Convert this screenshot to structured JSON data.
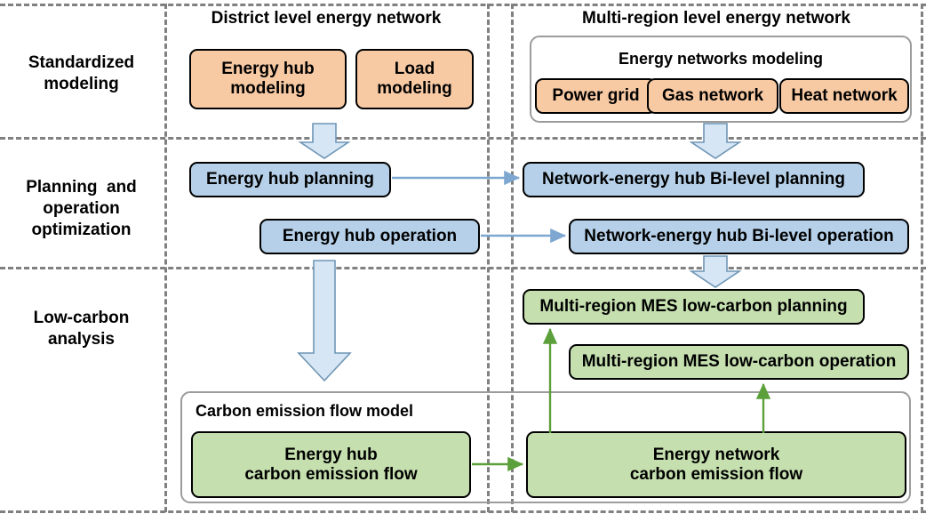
{
  "diagram": {
    "columns": [
      {
        "id": "district",
        "title": "District level energy network"
      },
      {
        "id": "multiregion",
        "title": "Multi-region  level energy network"
      }
    ],
    "rows": [
      {
        "id": "standardized-modeling",
        "label": "Standardized\nmodeling"
      },
      {
        "id": "planning-operation",
        "label": "Planning  and\noperation\noptimization"
      },
      {
        "id": "low-carbon",
        "label": "Low-carbon\nanalysis"
      }
    ],
    "row_labels": {
      "standardized_modeling": "Standardized modeling",
      "planning_operation": "Planning  and operation optimization",
      "low_carbon": "Low-carbon analysis"
    },
    "nodes": {
      "energy_hub_modeling": "Energy hub modeling",
      "load_modeling": "Load modeling",
      "energy_networks_modeling": "Energy networks modeling",
      "power_grid": "Power grid",
      "gas_network": "Gas network",
      "heat_network": "Heat network",
      "energy_hub_planning": "Energy hub planning",
      "energy_hub_operation": "Energy hub operation",
      "network_bilevel_planning": "Network-energy hub Bi-level planning",
      "network_bilevel_operation": "Network-energy hub Bi-level operation",
      "mes_low_carbon_planning": "Multi-region MES low-carbon planning",
      "mes_low_carbon_operation": "Multi-region MES low-carbon operation",
      "carbon_emission_flow_model": "Carbon emission flow model",
      "energy_hub_carbon_emission_flow": "Energy hub carbon emission flow",
      "energy_network_carbon_emission_flow": "Energy network carbon emission flow"
    },
    "colors": {
      "orange_fill": "#f8caa4",
      "blue_fill": "#b5d0e8",
      "green_fill": "#c5dfaf",
      "node_stroke": "#000000",
      "group_stroke": "#9c9c9c",
      "divider": "#808080",
      "blue_arrow": "#7da7d0",
      "green_arrow": "#5ba03a",
      "big_arrow_fill": "#d6e6f4",
      "big_arrow_stroke": "#6f96b5"
    },
    "connectors": [
      {
        "id": "modeling-to-planning-left",
        "type": "block-arrow-down",
        "color": "#d6e6f4"
      },
      {
        "id": "modeling-to-planning-right",
        "type": "block-arrow-down",
        "color": "#d6e6f4"
      },
      {
        "id": "planning-to-lowcarbon-left",
        "type": "block-arrow-down",
        "color": "#d6e6f4"
      },
      {
        "id": "planning-to-lowcarbon-right",
        "type": "block-arrow-down",
        "color": "#d6e6f4"
      },
      {
        "id": "hub-planning-to-bilevel-planning",
        "type": "arrow-right",
        "color": "#7da7d0"
      },
      {
        "id": "hub-operation-to-bilevel-operation",
        "type": "arrow-right",
        "color": "#7da7d0"
      },
      {
        "id": "hub-cef-to-network-cef",
        "type": "arrow-right",
        "color": "#5ba03a"
      },
      {
        "id": "network-cef-to-mes-planning",
        "type": "arrow-up",
        "color": "#5ba03a"
      },
      {
        "id": "network-cef-to-mes-operation",
        "type": "arrow-up",
        "color": "#5ba03a"
      }
    ]
  }
}
